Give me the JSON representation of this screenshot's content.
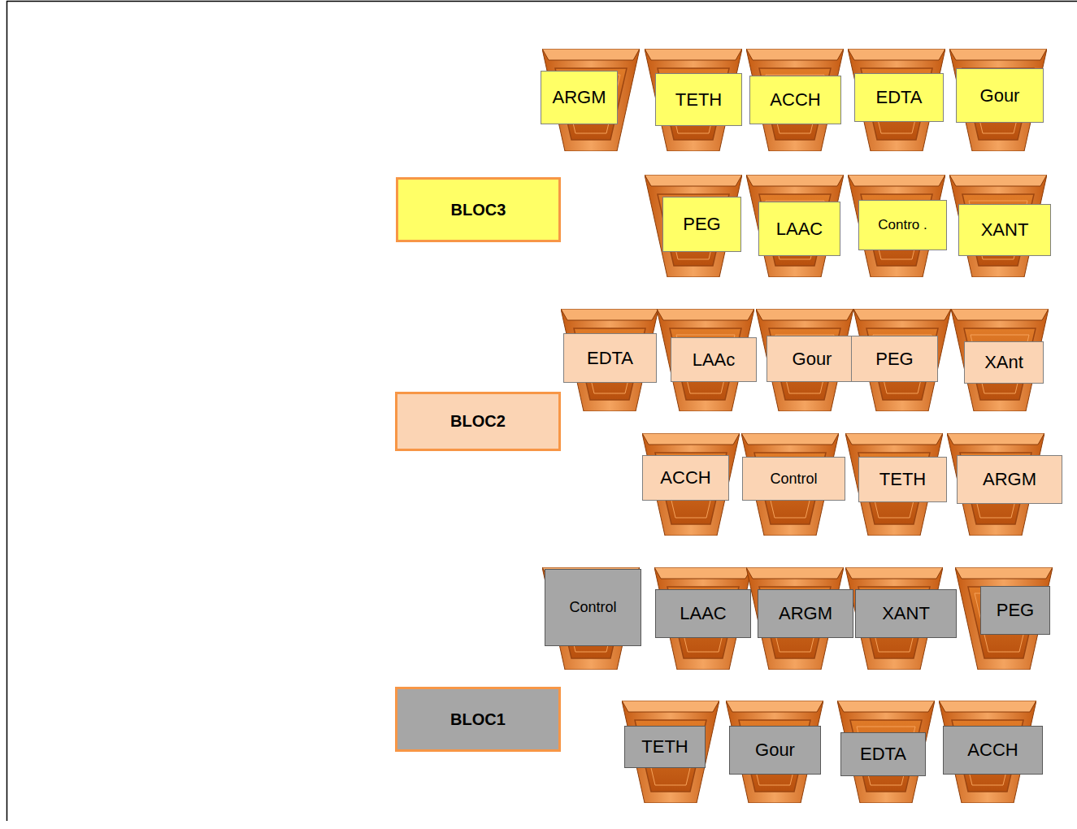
{
  "diagram": {
    "nodes": [
      {
        "text": [
          "ARGM"
        ]
      },
      {
        "text": [
          "TETH"
        ]
      },
      {
        "text": [
          "ACCH"
        ]
      },
      {
        "text": [
          "EDTA"
        ]
      },
      {
        "text": [
          "Gour"
        ]
      },
      {
        "text": [
          "BLOC3"
        ]
      },
      {
        "text": [
          "PEG"
        ]
      },
      {
        "text": [
          "LAAC"
        ]
      },
      {
        "text": [
          "Contro ."
        ]
      },
      {
        "text": [
          "XANT"
        ]
      },
      {
        "text": [
          "EDTA"
        ]
      },
      {
        "text": [
          "LAAc"
        ]
      },
      {
        "text": [
          "Gour"
        ]
      },
      {
        "text": [
          "PEG"
        ]
      },
      {
        "text": [
          "XAnt"
        ]
      },
      {
        "text": [
          "BLOC2"
        ]
      },
      {
        "text": [
          "ACCH"
        ]
      },
      {
        "text": [
          "Control"
        ]
      },
      {
        "text": [
          "TETH"
        ]
      },
      {
        "text": [
          "ARGM"
        ]
      },
      {
        "text": [
          "Control"
        ]
      },
      {
        "text": [
          "LAAC"
        ]
      },
      {
        "text": [
          "ARGM"
        ]
      },
      {
        "text": [
          "XANT"
        ]
      },
      {
        "text": [
          "PEG"
        ]
      },
      {
        "text": [
          "BLOC1"
        ]
      },
      {
        "text": [
          "TETH"
        ]
      },
      {
        "text": [
          "Gour"
        ]
      },
      {
        "text": [
          "EDTA"
        ]
      },
      {
        "text": [
          "ACCH"
        ]
      }
    ]
  }
}
